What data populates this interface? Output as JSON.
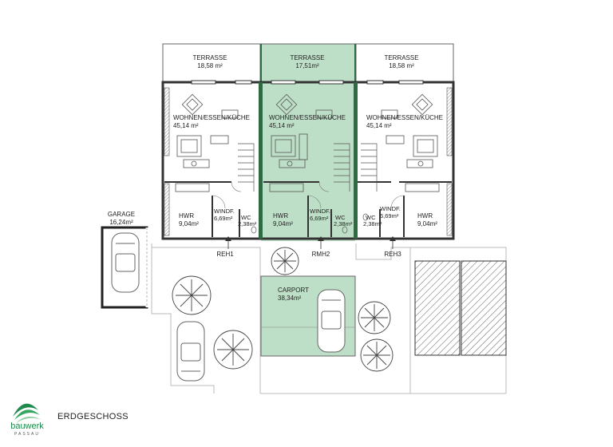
{
  "title": "ERDGESCHOSS",
  "brand": {
    "name": "bauwerk",
    "sub": "PASSAU",
    "color": "#1f8a4c"
  },
  "highlight_color": "#a8d4b4",
  "rooms": {
    "terrasse_left": {
      "name": "TERRASSE",
      "area": "18,58 m²"
    },
    "terrasse_mid": {
      "name": "TERRASSE",
      "area": "17,51m²"
    },
    "terrasse_right": {
      "name": "TERRASSE",
      "area": "18,58 m²"
    },
    "wohnen_left": {
      "name": "WOHNEN/ESSEN/KÜCHE",
      "area": "45,14 m²"
    },
    "wohnen_mid": {
      "name": "WOHNEN/ESSEN/KÜCHE",
      "area": "45,14 m²"
    },
    "wohnen_right": {
      "name": "WOHNEN/ESSEN/KÜCHE",
      "area": "45,14 m²"
    },
    "hwr_left": {
      "name": "HWR",
      "area": "9,04m²"
    },
    "hwr_mid": {
      "name": "HWR",
      "area": "9,04m²"
    },
    "hwr_right": {
      "name": "HWR",
      "area": "9,04m²"
    },
    "windf_left": {
      "name": "WINDF.",
      "area": "6,69m²"
    },
    "windf_mid": {
      "name": "WINDF.",
      "area": "6,69m²"
    },
    "windf_right": {
      "name": "WINDF.",
      "area": "6,69m²"
    },
    "wc_left": {
      "name": "WC",
      "area": "2,38m²"
    },
    "wc_mid": {
      "name": "WC",
      "area": "2,38m²"
    },
    "wc_right": {
      "name": "WC",
      "area": "2,38m²"
    },
    "garage": {
      "name": "GARAGE",
      "area": "16,24m²"
    },
    "carport": {
      "name": "CARPORT",
      "area": "38,34m²"
    }
  },
  "units": {
    "left": "REH1",
    "mid": "RMH2",
    "right": "REH3"
  }
}
